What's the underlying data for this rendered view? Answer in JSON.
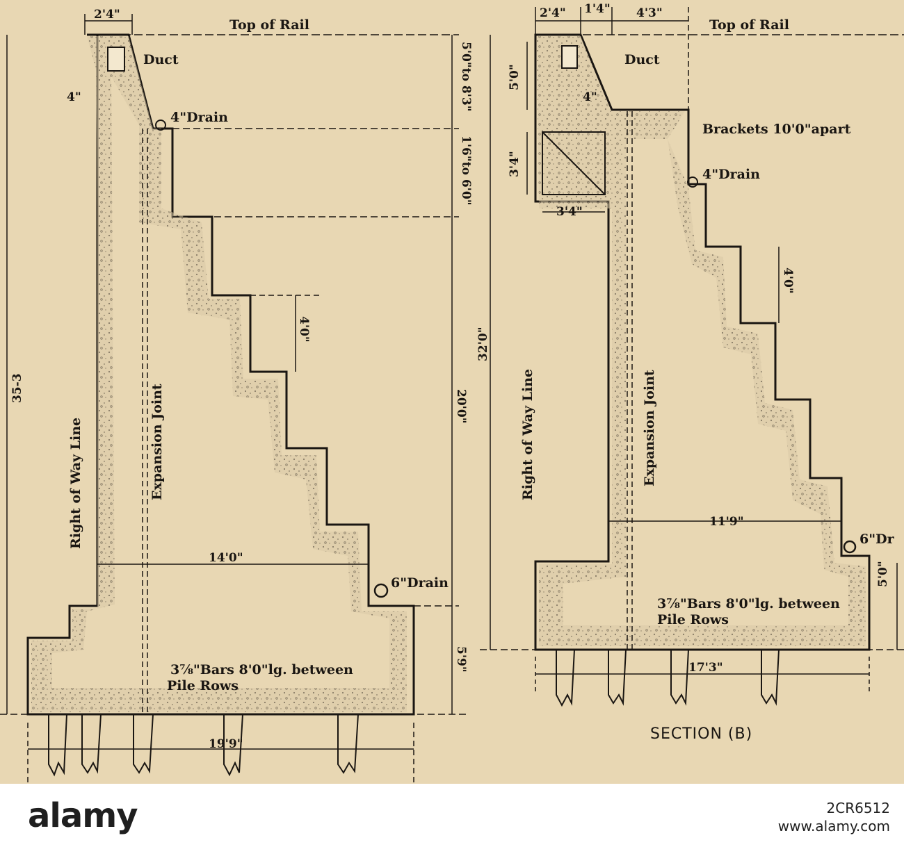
{
  "colors": {
    "paper": "#e8d7b3",
    "ink": "#1a1612",
    "concrete": "#d9c9a6"
  },
  "section_a": {
    "top_width": "2'4\"",
    "top_of_rail": "Top of Rail",
    "duct": "Duct",
    "drain_small": "4\"Drain",
    "batter": "4\"",
    "height_total": "35-3",
    "dim_upper": "5'0\"to 8'3\"",
    "dim_mid": "1'6\"to 6'0\"",
    "dim_step": "4'0\"",
    "dim_lower": "20'0\"",
    "dim_footing": "5'9\"",
    "right_of_way": "Right of Way Line",
    "expansion_joint": "Expansion Joint",
    "width_mid": "14'0\"",
    "drain_large": "6\"Drain",
    "bars": "3⅞\"Bars 8'0\"lg. between",
    "pile_rows": "Pile Rows",
    "base_width": "19'9\""
  },
  "section_b": {
    "top_width_1": "2'4\"",
    "top_width_2": "1'4\"",
    "top_width_3": "4'3\"",
    "top_of_rail": "Top of Rail",
    "duct": "Duct",
    "dim_5": "5'0\"",
    "batter": "4\"",
    "brackets": "Brackets 10'0\"apart",
    "bracket_h": "3'4\"",
    "bracket_w": "3'4\"",
    "drain_small": "4\"Drain",
    "dim_step": "4'0\"",
    "height_total": "32'0\"",
    "right_of_way": "Right of Way Line",
    "expansion_joint": "Expansion Joint",
    "width_mid": "11'9\"",
    "drain_large": "6\"Dr",
    "dim_footing": "5'0\"",
    "bars": "3⅞\"Bars 8'0\"lg. between",
    "pile_rows": "Pile Rows",
    "base_width": "17'3\"",
    "title": "SECTION (B)"
  },
  "watermark": {
    "logo": "alamy",
    "image_id": "2CR6512",
    "url": "www.alamy.com"
  }
}
